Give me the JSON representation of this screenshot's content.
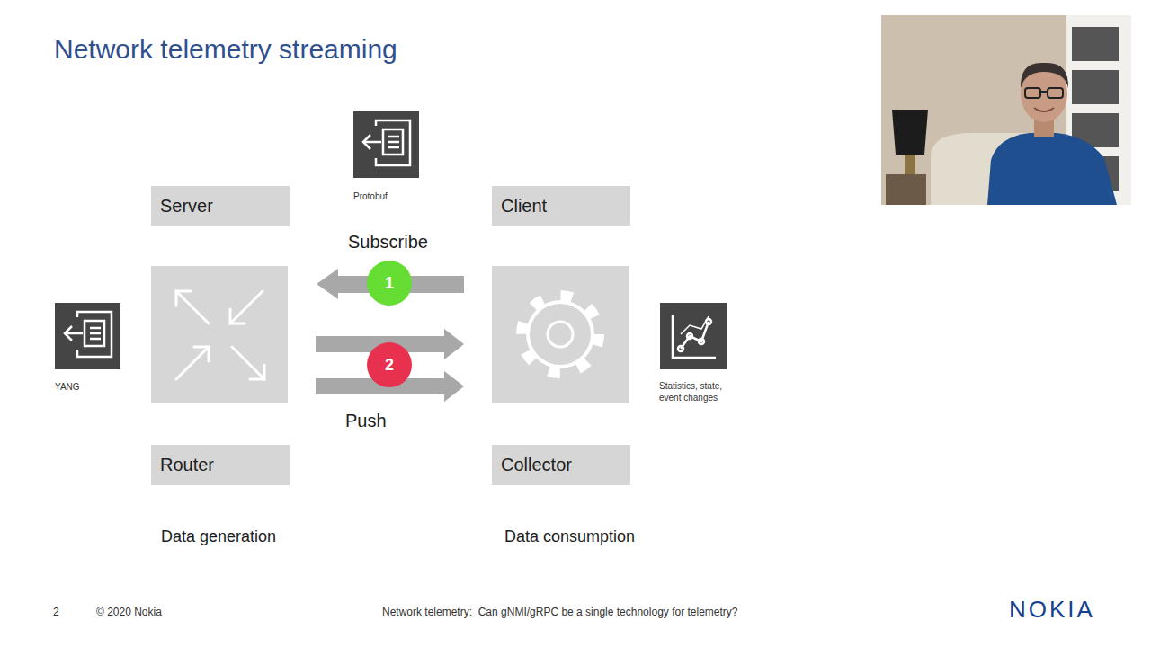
{
  "diagram": {
    "title": "Network telemetry streaming",
    "nodes": [
      {
        "text": [
          "Protobuf"
        ]
      },
      {
        "text": [
          "Server"
        ]
      },
      {
        "text": [
          "Client"
        ]
      },
      {
        "text": [
          "YANG"
        ]
      },
      {
        "text": [
          "1"
        ]
      },
      {
        "text": [
          "2"
        ]
      },
      {
        "text": [
          "Statistics, state, event changes"
        ]
      },
      {
        "text": [
          "Router"
        ]
      },
      {
        "text": [
          "Collector"
        ]
      }
    ],
    "labels": [
      "Subscribe",
      "Push",
      "Data generation",
      "Data consumption",
      "2",
      "© 2020 Nokia",
      "Network telemetry:  Can gNMI/gRPC be a single technology for telemetry?",
      "NOKIA"
    ]
  }
}
